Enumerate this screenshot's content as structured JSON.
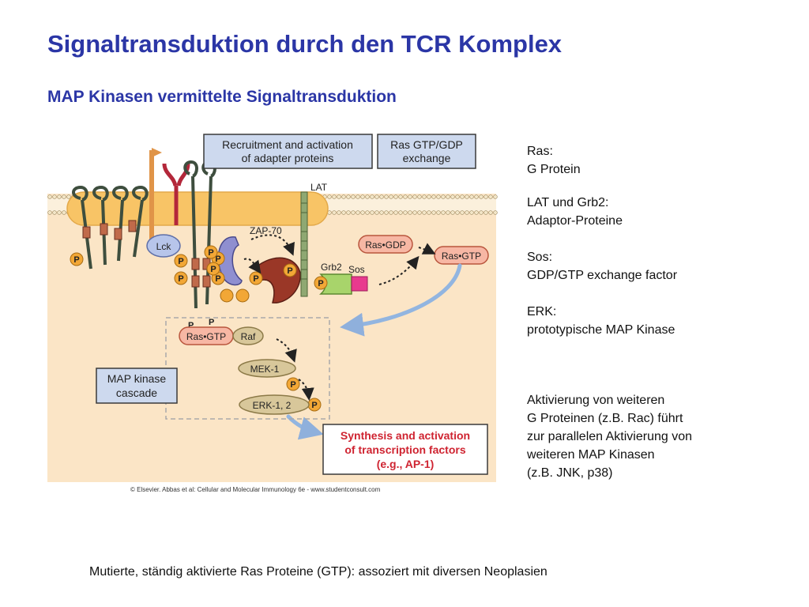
{
  "title": "Signaltransduktion durch den TCR Komplex",
  "subtitle": "MAP Kinasen vermittelte Signaltransduktion",
  "notes": [
    {
      "lines": [
        "Ras:",
        "G Protein"
      ]
    },
    {
      "lines": [
        "LAT und Grb2:",
        "Adaptor-Proteine"
      ]
    },
    {
      "lines": [
        "Sos:",
        "GDP/GTP exchange factor"
      ]
    },
    {
      "lines": [
        "ERK:",
        "prototypische MAP Kinase"
      ]
    },
    {
      "lines": [
        "Aktivierung von weiteren",
        "G Proteinen (z.B. Rac) führt",
        "zur parallelen Aktivierung von",
        "weiteren MAP Kinasen",
        "(z.B. JNK, p38)"
      ]
    }
  ],
  "footer": "Mutierte, ständig aktivierte Ras Proteine (GTP): assoziert mit diversen Neoplasien",
  "diagram": {
    "box_recruitment": [
      "Recruitment and activation",
      "of adapter proteins"
    ],
    "box_ras_exchange": [
      "Ras GTP/GDP",
      "exchange"
    ],
    "box_map_cascade": [
      "MAP kinase",
      "cascade"
    ],
    "box_synthesis": [
      "Synthesis and activation",
      "of transcription factors",
      "(e.g., AP-1)"
    ],
    "lat": "LAT",
    "zap70": "ZAP-70",
    "lck": "Lck",
    "grb2": "Grb2",
    "sos": "Sos",
    "ras_gdp": "Ras•GDP",
    "ras_gtp": "Ras•GTP",
    "ras_gtp_cascade": "Ras•GTP",
    "raf": "Raf",
    "mek": "MEK-1",
    "erk": "ERK-1, 2",
    "phospho": "P",
    "credit": "© Elsevier. Abbas et al: Cellular and Molecular Immunology 6e - www.studentconsult.com"
  },
  "colors": {
    "heading": "#2b36a6",
    "cell": "#fbe5c6",
    "membrane": "#f8c466",
    "label_box": "#cdd9ee",
    "phospho": "#f2a736",
    "ras": "#f7b7a4",
    "kinase": "#d8c79a",
    "arrow_blue": "#92b5e0",
    "zap70": "#8f8fd0",
    "red_protein": "#9a3727",
    "grb2": "#a8d46b",
    "sos": "#e83a8e",
    "synthesis_text": "#cf2431"
  }
}
